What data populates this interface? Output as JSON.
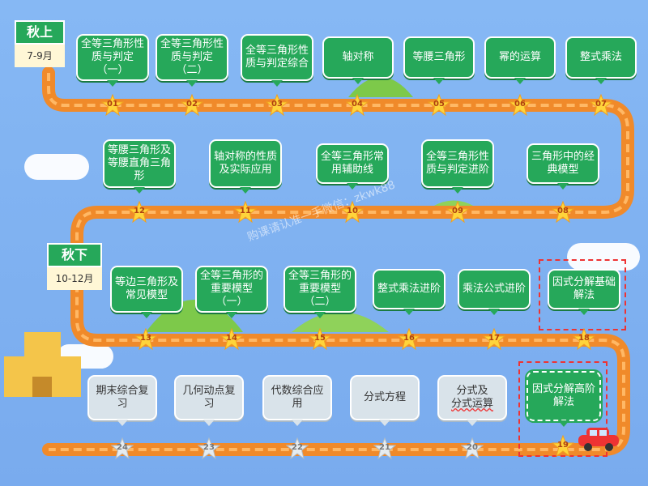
{
  "semesters": [
    {
      "name": "秋上",
      "range": "7-9月"
    },
    {
      "name": "秋下",
      "range": "10-12月"
    }
  ],
  "lessons": [
    {
      "num": "01",
      "title": "全等三角形性质与判定（一）"
    },
    {
      "num": "02",
      "title": "全等三角形性质与判定（二）"
    },
    {
      "num": "03",
      "title": "全等三角形性质与判定综合"
    },
    {
      "num": "04",
      "title": "轴对称"
    },
    {
      "num": "05",
      "title": "等腰三角形"
    },
    {
      "num": "06",
      "title": "幂的运算"
    },
    {
      "num": "07",
      "title": "整式乘法"
    },
    {
      "num": "08",
      "title": "三角形中的经典模型"
    },
    {
      "num": "09",
      "title": "全等三角形性质与判定进阶"
    },
    {
      "num": "10",
      "title": "全等三角形常用辅助线"
    },
    {
      "num": "11",
      "title": "轴对称的性质及实际应用"
    },
    {
      "num": "12",
      "title": "等腰三角形及等腰直角三角形"
    },
    {
      "num": "13",
      "title": "等边三角形及常见模型"
    },
    {
      "num": "14",
      "title": "全等三角形的重要模型（一）"
    },
    {
      "num": "15",
      "title": "全等三角形的重要模型（二）"
    },
    {
      "num": "16",
      "title": "整式乘法进阶"
    },
    {
      "num": "17",
      "title": "乘法公式进阶"
    },
    {
      "num": "18",
      "title": "因式分解基础解法"
    },
    {
      "num": "19",
      "title": "因式分解高阶解法"
    },
    {
      "num": "20",
      "title_line1": "分式及",
      "title_line2": "分式运算"
    },
    {
      "num": "21",
      "title": "分式方程"
    },
    {
      "num": "22",
      "title": "代数综合应用"
    },
    {
      "num": "23",
      "title": "几何动点复习"
    },
    {
      "num": "24",
      "title": "期末综合复习"
    }
  ],
  "watermark": "购课请认准一手微信：zkwk88",
  "colors": {
    "card_green": "#26a85a",
    "road": "#f08a2a",
    "sky": "#7fb1f0",
    "highlight": "#e33333"
  }
}
